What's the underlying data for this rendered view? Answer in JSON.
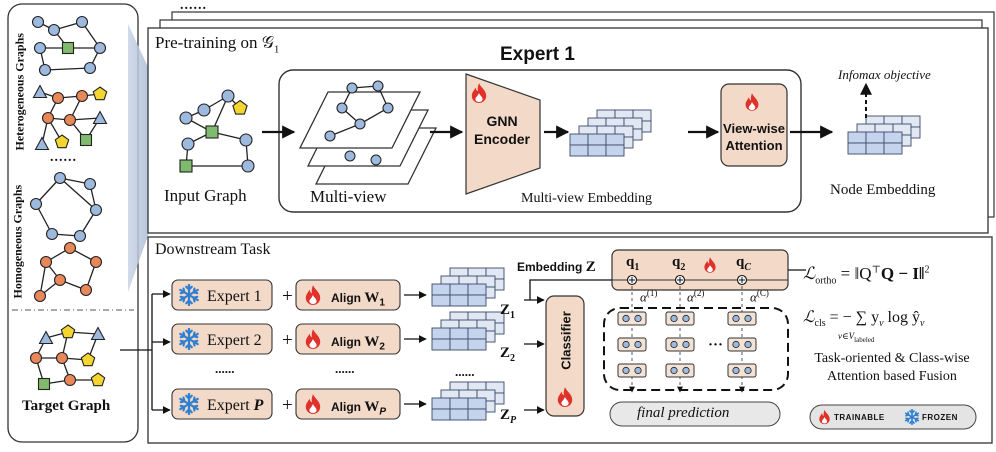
{
  "left_panel": {
    "heterogeneous_label": "Heterogeneous Graphs",
    "homogeneous_label": "Homogeneous Graphs",
    "ellipsis": "......",
    "target_label": "Target Graph"
  },
  "pretrain": {
    "stack_ellipsis": "......",
    "title": "Pre-training on 𝒢",
    "title_sub": "1",
    "expert_title": "Expert 1",
    "input_graph": "Input Graph",
    "multi_view": "Multi-view",
    "gnn_line1": "GNN",
    "gnn_line2": "Encoder",
    "multi_view_embedding": "Multi-view Embedding",
    "view_wise_line1": "View-wise",
    "view_wise_line2": "Attention",
    "infomax": "Infomax objective",
    "node_embedding": "Node Embedding"
  },
  "downstream": {
    "title": "Downstream Task",
    "embedding_label": "Embedding",
    "embedding_symbol": "Z",
    "experts": [
      {
        "label": "Expert 1",
        "align": "Align",
        "w": "W",
        "wsub": "1",
        "z": "Z",
        "zsub": "1"
      },
      {
        "label": "Expert 2",
        "align": "Align",
        "w": "W",
        "wsub": "2",
        "z": "Z",
        "zsub": "2"
      },
      {
        "label": "Expert ",
        "label_italic": "P",
        "align": "Align",
        "w": "W",
        "wsub": "P",
        "z": "Z",
        "zsub": "P"
      }
    ],
    "plus": "+",
    "dots": "......",
    "classifier": "Classifier",
    "queries": [
      {
        "q": "q",
        "sub": "1"
      },
      {
        "q": "q",
        "sub": "2"
      },
      {
        "q": "q",
        "sub": "C"
      }
    ],
    "alphas": [
      {
        "a": "α",
        "sup": "(1)"
      },
      {
        "a": "α",
        "sup": "(2)"
      },
      {
        "a": "α",
        "sup": "(C)"
      }
    ],
    "mid_dots": "···",
    "final_prediction": "final prediction",
    "loss_ortho": "ℒ",
    "loss_ortho_sub": "ortho",
    "loss_ortho_rhs": "= ‖Q",
    "loss_ortho_sup": "⊤",
    "loss_ortho_rhs2": "Q − I‖",
    "loss_ortho_pow": "2",
    "loss_cls": "ℒ",
    "loss_cls_sub": "cls",
    "loss_cls_rhs": "= − ∑ y",
    "loss_cls_v": "v",
    "loss_cls_log": " log ŷ",
    "loss_cls_sumsub": "v∈V",
    "loss_cls_sumsub2": "labeled",
    "fusion_line1": "Task-oriented & Class-wise",
    "fusion_line2": "Attention based Fusion",
    "legend_trainable": "Trainable",
    "legend_frozen": "Frozen"
  },
  "colors": {
    "panel_border": "#333333",
    "encoder_fill": "#f2d9c8",
    "expert_fill": "#f2d9c8",
    "node_blue": "#9db9de",
    "node_orange": "#e8875a",
    "node_green": "#7fba6e",
    "node_yellow": "#f5d530",
    "flame": "#e0312a",
    "snow": "#2e7fd0"
  }
}
